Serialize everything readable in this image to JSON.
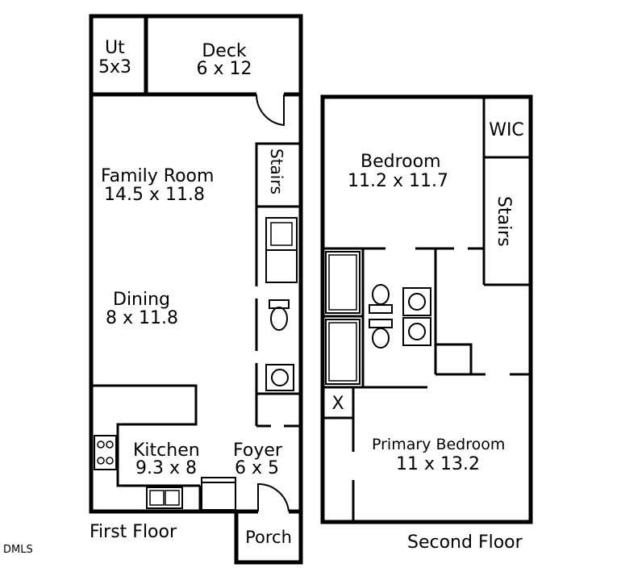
{
  "first_floor": {
    "caption": "First Floor",
    "rooms": {
      "utility": {
        "name": "Ut",
        "size": "5x3"
      },
      "deck": {
        "name": "Deck",
        "size": "6 x 12"
      },
      "family_room": {
        "name": "Family Room",
        "size": "14.5 x 11.8"
      },
      "dining": {
        "name": "Dining",
        "size": "8 x 11.8"
      },
      "kitchen": {
        "name": "Kitchen",
        "size": "9.3 x 8"
      },
      "foyer": {
        "name": "Foyer",
        "size": "6 x 5"
      },
      "porch": {
        "name": "Porch"
      },
      "stairs": {
        "name": "Stairs"
      }
    }
  },
  "second_floor": {
    "caption": "Second Floor",
    "rooms": {
      "bedroom": {
        "name": "Bedroom",
        "size": "11.2 x 11.7"
      },
      "wic": {
        "name": "WIC"
      },
      "stairs": {
        "name": "Stairs"
      },
      "closet": {
        "name": "X"
      },
      "primary_bedroom": {
        "name": "Primary Bedroom",
        "size": "11 x 13.2"
      }
    }
  },
  "watermark": "DMLS"
}
